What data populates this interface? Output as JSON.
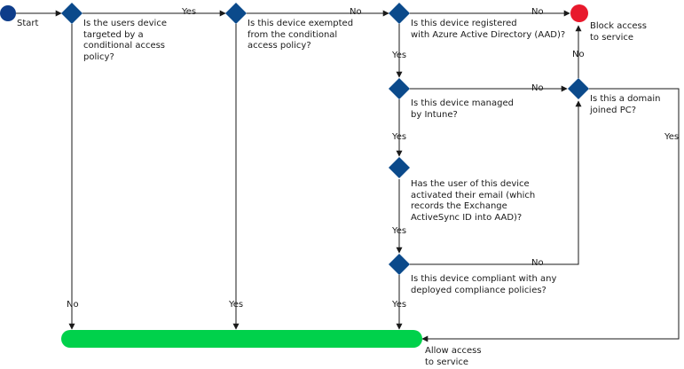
{
  "colors": {
    "line": "#1a1a1a",
    "diamond": "#0b4a8b",
    "start_node": "#0e3d8a",
    "block_node": "#e8192c",
    "allow_bar": "#00d14b",
    "background": "#ffffff"
  },
  "nodes": {
    "start": "Start",
    "q1": "Is the users device\ntargeted by a\nconditional access\npolicy?",
    "q2": "Is this device exempted\nfrom the conditional\naccess policy?",
    "q3": "Is this device registered\nwith Azure Active Directory (AAD)?",
    "q4": "Is this device managed\nby Intune?",
    "q5": "Has the user of this device\nactivated their email (which\nrecords the Exchange\nActiveSync ID into AAD)?",
    "q6": "Is this device compliant with any\ndeployed compliance policies?",
    "q7": "Is this a domain\njoined PC?",
    "block": "Block access\nto service",
    "allow": "Allow access\nto service"
  },
  "edges": {
    "q1_yes": "Yes",
    "q1_no": "No",
    "q2_no": "No",
    "q2_yes": "Yes",
    "q3_no": "No",
    "q3_yes": "Yes",
    "q4_no": "No",
    "q4_yes": "Yes",
    "q5_yes": "Yes",
    "q6_no": "No",
    "q6_yes": "Yes",
    "q7_no": "No",
    "q7_yes": "Yes"
  }
}
